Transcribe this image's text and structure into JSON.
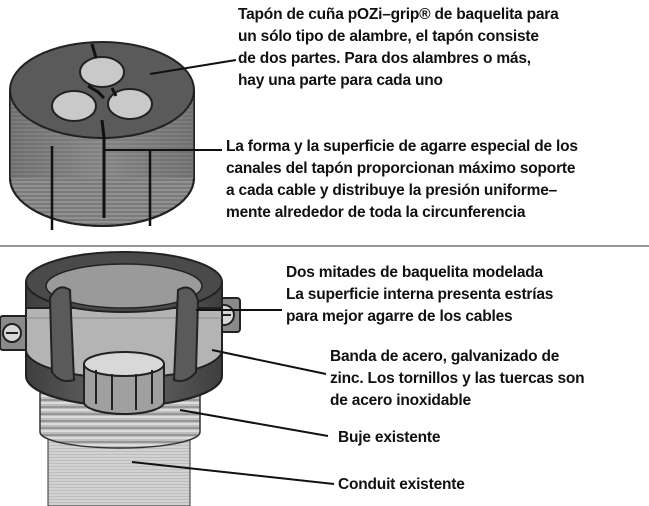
{
  "colors": {
    "plug_top": "#5a5a5a",
    "plug_side": "#6e6e6e",
    "clamp_dark": "#4a4a4a",
    "clamp_light": "#c4c4c4",
    "conduit": "#cfcfcf",
    "leader": "#111111",
    "divider": "#777777"
  },
  "top": {
    "callout1": [
      "Tapón de cuña pOZi–grip® de baquelita para",
      "un sólo tipo de alambre, el tapón consiste",
      "de dos partes. Para dos alambres o más,",
      "hay una parte para cada uno"
    ],
    "callout2": [
      "La forma y la superficie de agarre especial de los",
      "canales del tapón proporcionan máximo soporte",
      "a cada cable y distribuye la presión uniforme–",
      "mente alrededor de toda la circunferencia"
    ]
  },
  "bottom": {
    "callout1": [
      "Dos mitades de baquelita modelada",
      "La superficie interna presenta estrías",
      "para mejor agarre de los cables"
    ],
    "callout2": [
      "Banda de acero, galvanizado de",
      "zinc. Los tornillos y las tuercas son",
      "de acero inoxidable"
    ],
    "callout3": [
      "Buje existente"
    ],
    "callout4": [
      "Conduit existente"
    ]
  }
}
